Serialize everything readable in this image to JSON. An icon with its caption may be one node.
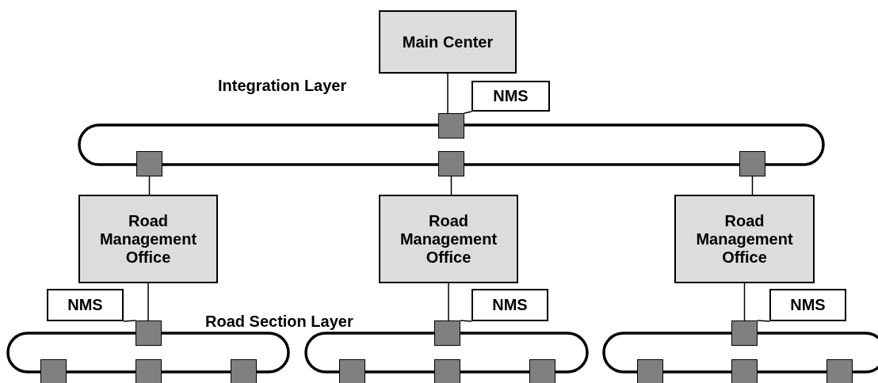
{
  "diagram": {
    "nodes": [
      {
        "text": [
          "Main Center"
        ]
      },
      {
        "text": [
          "NMS"
        ]
      },
      {
        "text": [],
        "shape": "box"
      },
      {
        "text": [],
        "shape": "box"
      },
      {
        "text": [],
        "shape": "box"
      },
      {
        "text": [],
        "shape": "box"
      },
      {
        "text": [
          "Road Management Office"
        ]
      },
      {
        "text": [
          "Road Management Office"
        ]
      },
      {
        "text": [
          "Road Management Office"
        ]
      },
      {
        "text": [
          "NMS"
        ]
      },
      {
        "text": [
          "NMS"
        ]
      },
      {
        "text": [
          "NMS"
        ]
      },
      {
        "text": [],
        "shape": "box"
      },
      {
        "text": [],
        "shape": "box"
      },
      {
        "text": [],
        "shape": "box"
      },
      {
        "text": [],
        "shape": "box"
      },
      {
        "text": [],
        "shape": "box"
      },
      {
        "text": [],
        "shape": "box"
      },
      {
        "text": [],
        "shape": "box"
      },
      {
        "text": [],
        "shape": "box"
      },
      {
        "text": [],
        "shape": "box"
      },
      {
        "text": [],
        "shape": "box"
      },
      {
        "text": [],
        "shape": "box"
      },
      {
        "text": [],
        "shape": "box"
      },
      {
        "text": [],
        "shape": "ring"
      },
      {
        "text": [],
        "shape": "ring"
      },
      {
        "text": [],
        "shape": "ring"
      },
      {
        "text": [],
        "shape": "ring"
      }
    ],
    "edges": [
      {
        "from": 0,
        "to": 2,
        "arrow": "none"
      },
      {
        "from": 1,
        "to": 2,
        "arrow": "none"
      },
      {
        "from": 3,
        "to": 6,
        "arrow": "none"
      },
      {
        "from": 4,
        "to": 7,
        "arrow": "none"
      },
      {
        "from": 5,
        "to": 8,
        "arrow": "none"
      },
      {
        "from": 6,
        "to": 12,
        "arrow": "none"
      },
      {
        "from": 7,
        "to": 13,
        "arrow": "none"
      },
      {
        "from": 8,
        "to": 14,
        "arrow": "none"
      },
      {
        "from": 9,
        "to": 12,
        "arrow": "none"
      },
      {
        "from": 10,
        "to": 13,
        "arrow": "none"
      },
      {
        "from": 11,
        "to": 14,
        "arrow": "none"
      }
    ],
    "labels": [
      "Integration Layer",
      "Road Section Layer"
    ]
  }
}
